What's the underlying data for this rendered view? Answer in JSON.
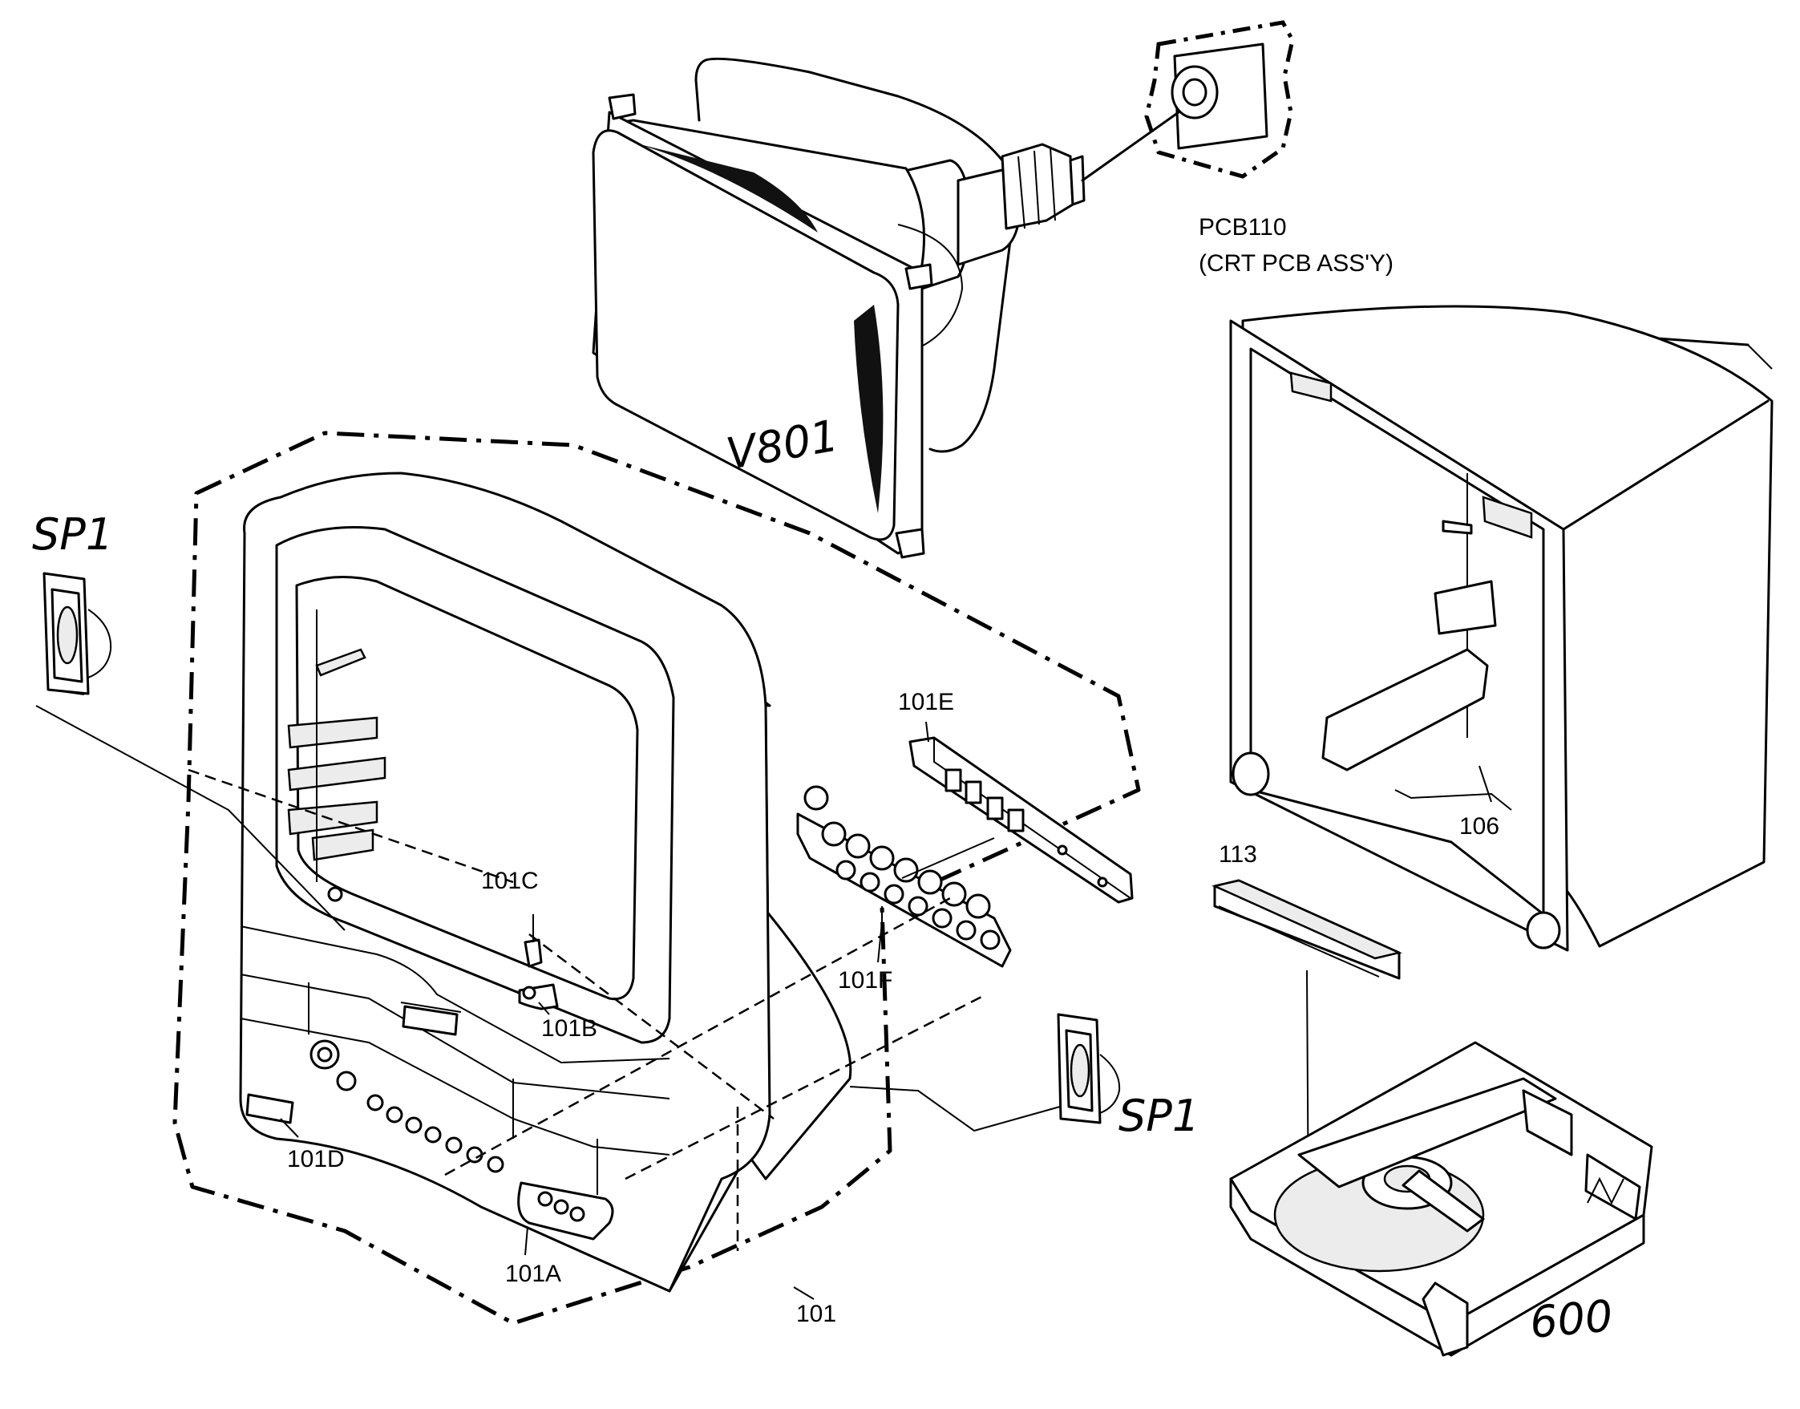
{
  "labels": {
    "pcb110": "PCB110",
    "pcb110_desc": "(CRT PCB ASS'Y)",
    "v801": "V801",
    "sp1_left": "SP1",
    "sp1_right": "SP1",
    "p101E": "101E",
    "p101F": "101F",
    "p101C": "101C",
    "p101B": "101B",
    "p101D": "101D",
    "p101A": "101A",
    "p101": "101",
    "p106": "106",
    "p113": "113",
    "p600": "600"
  }
}
